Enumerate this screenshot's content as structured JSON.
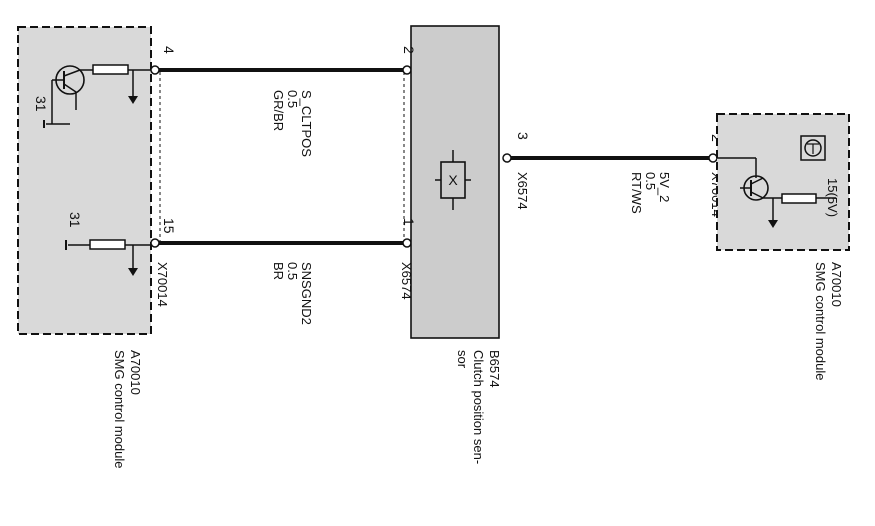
{
  "left_module": {
    "id": "A70010",
    "name": "SMG  control module",
    "connector": "X70014",
    "ground_top": "31",
    "ground_bottom": "31",
    "pin_upper": "4",
    "pin_lower": "15"
  },
  "sensor": {
    "id": "B6574",
    "name_line1": "Clutch position sen-",
    "name_line2": "sor",
    "connector_left": "X6574",
    "connector_right": "X6574",
    "pin_upper": "2",
    "pin_lower": "1",
    "pin_right": "3",
    "symbol": "X"
  },
  "right_module": {
    "id": "A70010",
    "name": "SMG  control module",
    "connector": "X70014",
    "pin": "2",
    "supply": "15(5V)"
  },
  "wires": [
    {
      "signal": "S_CLTPOS",
      "gauge": "0.5",
      "color": "GR/BR"
    },
    {
      "signal": "SNSGND2",
      "gauge": "0.5",
      "color": "BR"
    },
    {
      "signal": "5V_2",
      "gauge": "0.5",
      "color": "RT/WS"
    }
  ],
  "colors": {
    "module_fill": "#d9d9d9",
    "sensor_fill": "#cccccc",
    "wire": "#111111"
  }
}
